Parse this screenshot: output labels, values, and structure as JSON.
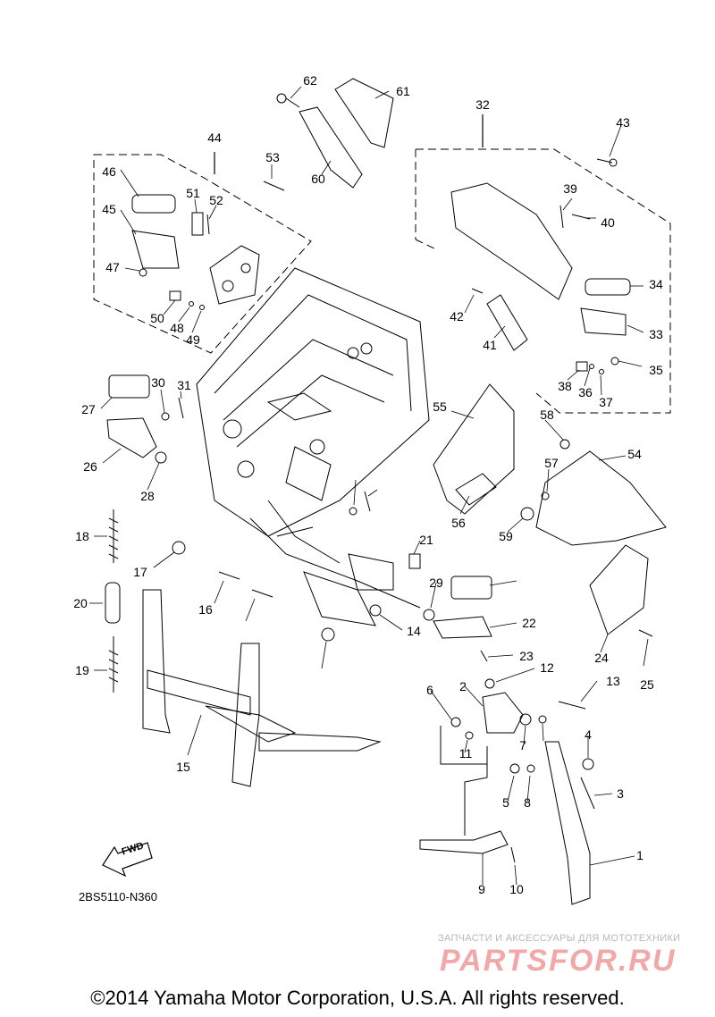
{
  "callouts": [
    "1",
    "2",
    "3",
    "4",
    "5",
    "6",
    "7",
    "8",
    "9",
    "10",
    "11",
    "12",
    "13",
    "14",
    "15",
    "16",
    "17",
    "18",
    "19",
    "20",
    "21",
    "22",
    "23",
    "24",
    "25",
    "26",
    "27",
    "28",
    "29",
    "30",
    "31",
    "32",
    "33",
    "34",
    "35",
    "36",
    "37",
    "38",
    "39",
    "40",
    "41",
    "42",
    "43",
    "44",
    "45",
    "46",
    "47",
    "48",
    "49",
    "50",
    "51",
    "52",
    "53",
    "54",
    "55",
    "56",
    "57",
    "58",
    "59",
    "60",
    "61",
    "62"
  ],
  "diagram_code": "2BS5110-N360",
  "fwd_label": "FWD",
  "watermark": {
    "tagline": "ЗАПЧАСТИ И АКСЕССУАРЫ ДЛЯ МОТОТЕХНИКИ",
    "logo": "PARTSFOR.RU"
  },
  "copyright": "©2014 Yamaha Motor Corporation, U.S.A. All rights reserved.",
  "colors": {
    "line": "#000000",
    "watermark_logo": "#f2a8a8",
    "watermark_text": "#b8b8b8"
  }
}
